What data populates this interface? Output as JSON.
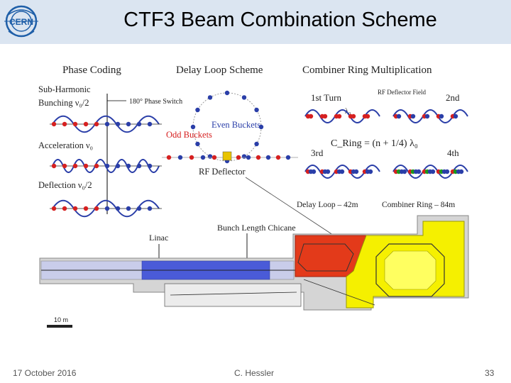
{
  "slide": {
    "title": "CTF3 Beam Combination Scheme",
    "logo_text": "CERN"
  },
  "figure": {
    "phase_coding": {
      "heading": "Phase Coding",
      "label_subharmonic": "Sub-Harmonic",
      "label_bunching": "Bunching ν₀/2",
      "phase_switch": "180° Phase Switch",
      "label_acceleration": "Acceleration ν₀",
      "label_deflection": "Deflection ν₀/2"
    },
    "delay_loop": {
      "heading": "Delay Loop Scheme",
      "even_buckets": "Even Buckets",
      "odd_buckets": "Odd Buckets",
      "rf_deflector": "RF Deflector"
    },
    "combiner_ring": {
      "heading": "Combiner Ring Multiplication",
      "turn_1": "1st Turn",
      "rf_field": "RF Deflector Field",
      "turn_2": "2nd",
      "lambda0": "λ₀",
      "formula": "C_Ring = (n + 1/4) λ₀",
      "turn_3": "3rd",
      "turn_4": "4th"
    },
    "layout": {
      "delay_loop_length": "Delay Loop – 42m",
      "combiner_ring_length": "Combiner Ring – 84m",
      "linac": "Linac",
      "bunch_length_chicane": "Bunch Length Chicane",
      "scale": "10 m"
    },
    "colors": {
      "red": "#d62020",
      "blue": "#2a3ea8",
      "green": "#1a9a1a",
      "yellow": "#f5f000",
      "orange_red": "#e33a1a",
      "linac_blue": "#4a5bd8"
    }
  },
  "footer": {
    "date": "17 October 2016",
    "author": "C. Hessler",
    "page": "33"
  }
}
